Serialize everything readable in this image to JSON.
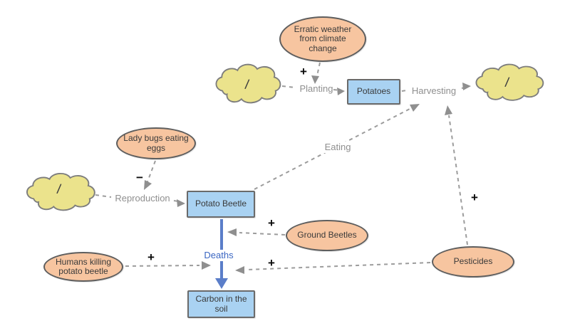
{
  "diagram": {
    "stocks": [
      {
        "label": "Potatoes"
      },
      {
        "label": "Potato Beetle"
      },
      {
        "label": "Carbon in the soil"
      }
    ],
    "variables": [
      {
        "label": "Erratic weather from climate change"
      },
      {
        "label": "Lady bugs eating eggs"
      },
      {
        "label": "Ground Beetles"
      },
      {
        "label": "Humans killing potato beetle"
      },
      {
        "label": "Pesticides"
      }
    ],
    "flows": [
      {
        "label": "Planting"
      },
      {
        "label": "Harvesting"
      },
      {
        "label": "Reproduction"
      },
      {
        "label": "Deaths"
      }
    ],
    "links": [
      {
        "from": "Erratic weather from climate change",
        "to": "Planting",
        "sign": "+"
      },
      {
        "from": "Lady bugs eating eggs",
        "to": "Reproduction",
        "sign": "−"
      },
      {
        "from": "Ground Beetles",
        "to": "Deaths",
        "sign": "+"
      },
      {
        "from": "Humans killing potato beetle",
        "to": "Deaths",
        "sign": "+"
      },
      {
        "from": "Pesticides",
        "to": "Deaths",
        "sign": "+"
      },
      {
        "from": "Pesticides",
        "to": "Harvesting",
        "sign": "+"
      },
      {
        "from": "Potato Beetle",
        "to": "Harvesting",
        "label": "Eating"
      }
    ],
    "cloud_slash": "/",
    "colors": {
      "stock_fill": "#A9D2F2",
      "stock_border": "#6A6A6A",
      "variable_fill": "#F7C5A0",
      "variable_border": "#5E5E5E",
      "cloud_fill": "#EBE38C",
      "cloud_border": "#7D7D7D",
      "link_line": "#9C9C9C",
      "link_arrowhead": "#8F8F8F",
      "flow_blue": "#5B7EC9",
      "flow_label_gray": "#8F8F8F",
      "deaths_label_blue": "#3A66C2",
      "sign_black": "#0A0A0A",
      "node_text": "#3A3A3A",
      "background": "#FFFFFF"
    }
  }
}
